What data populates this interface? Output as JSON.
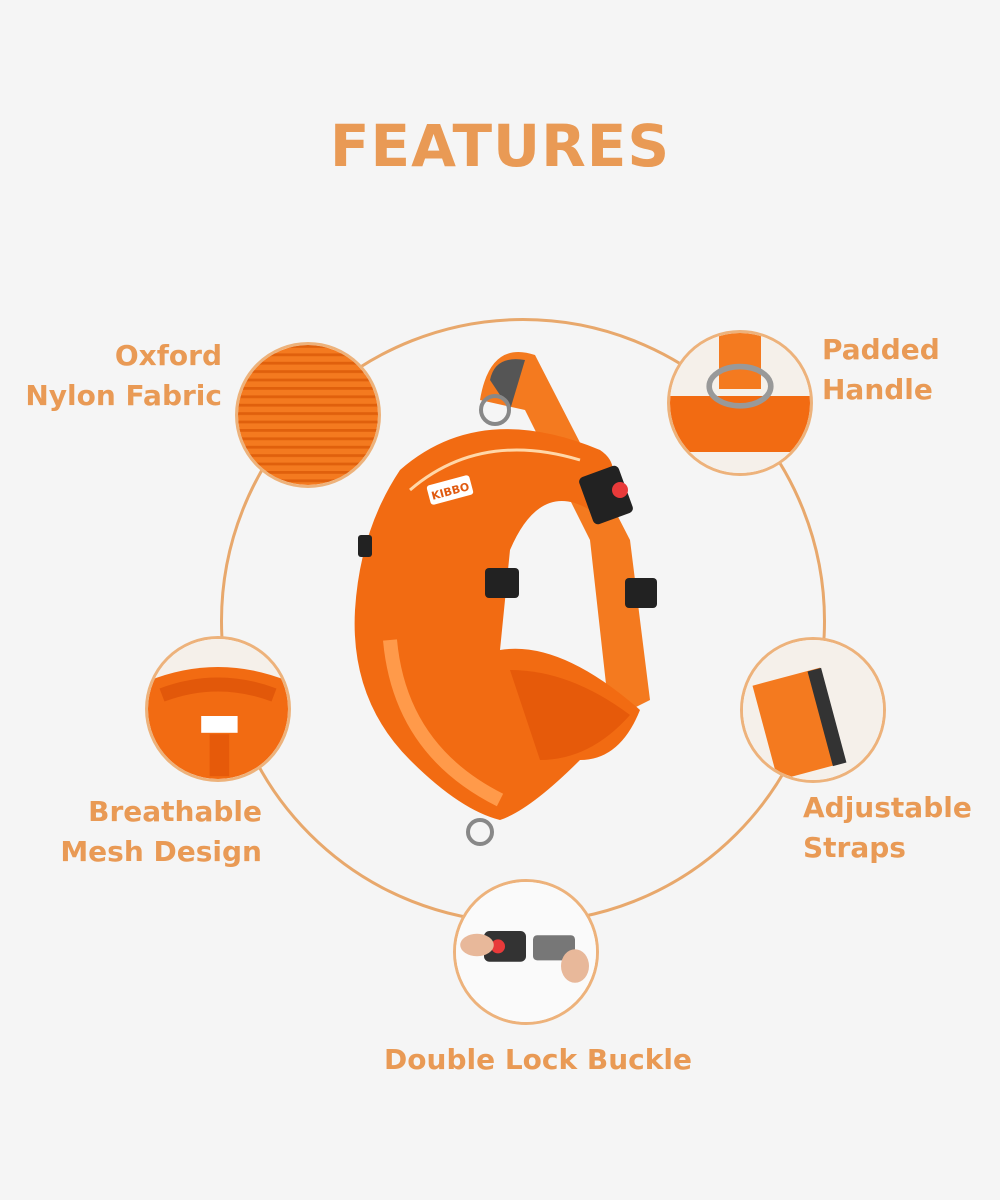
{
  "title": "FEATURES",
  "brand_logo": "KIBBO",
  "features": [
    {
      "line1": "Oxford",
      "line2": "Nylon Fabric",
      "icon": "fabric-closeup"
    },
    {
      "line1": "Padded",
      "line2": "Handle",
      "icon": "handle-closeup"
    },
    {
      "line1": "Breathable",
      "line2": "Mesh Design",
      "icon": "mesh-closeup"
    },
    {
      "line1": "Adjustable",
      "line2": "Straps",
      "icon": "strap-closeup"
    },
    {
      "line1": "Double Lock Buckle",
      "icon": "buckle-closeup"
    }
  ],
  "colors": {
    "accent": "#e99a55",
    "product": "#f26b12",
    "background": "#f5f5f5"
  }
}
